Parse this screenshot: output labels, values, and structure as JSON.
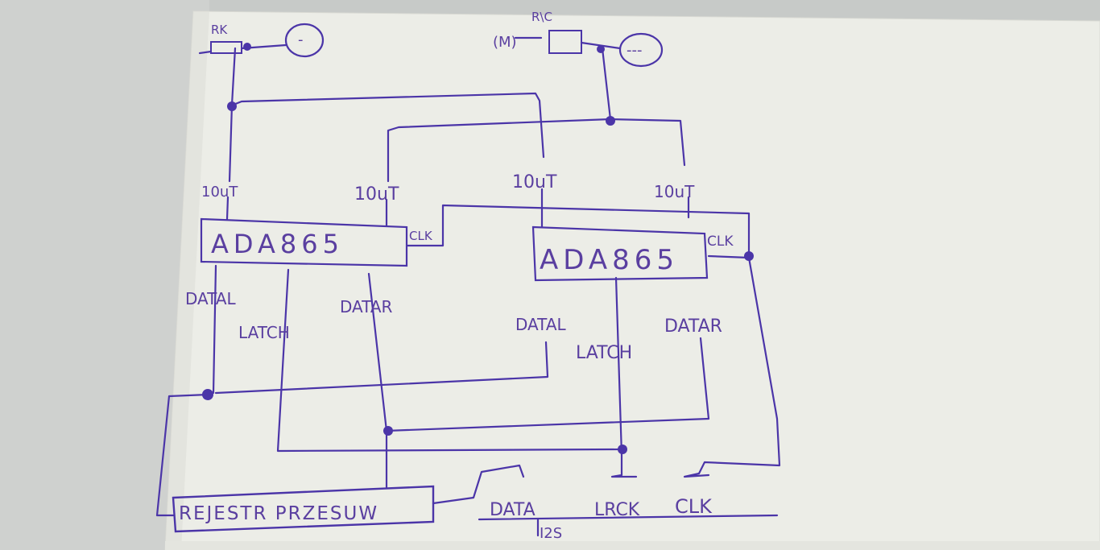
{
  "colors": {
    "ink": "#4b35a8",
    "ink_light": "#8c7fc4",
    "paper": "#eeefe9",
    "background": "#c9ccca"
  },
  "top_left": {
    "resistor_label": "RK",
    "connector_label": "-"
  },
  "top_right": {
    "resistor_label": "R\\C",
    "input_label": "(M)",
    "connector_label": "---"
  },
  "capacitors": [
    "10uT",
    "10uT",
    "10uT",
    "10uT"
  ],
  "chips": [
    {
      "name": "ADA865",
      "clk_label": "CLK",
      "data_left": "DATAL",
      "latch": "LATCH",
      "data_right": "DATAR"
    },
    {
      "name": "ADA865",
      "clk_label": "CLK",
      "data_left": "DATAL",
      "latch": "LATCH",
      "data_right": "DATAR"
    }
  ],
  "register_label": "REJESTR PRZESUW",
  "output": {
    "data": "DATA",
    "lrck": "LRCK",
    "clk": "CLK",
    "bus": "I2S"
  }
}
